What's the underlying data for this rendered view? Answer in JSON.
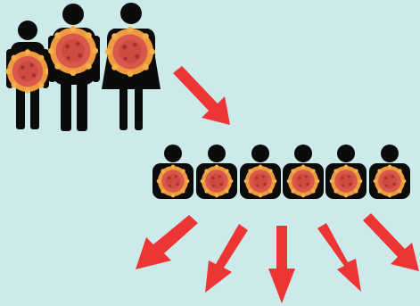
{
  "diagram": {
    "background": "#cdeaea",
    "figure_color": "#0b0b0b",
    "arrow_color": "#ee3536",
    "virus_color": "#d9584c",
    "virus_spike_color": "#f2a23f",
    "top_group": {
      "figures": [
        {
          "icon": "man-figure-icon",
          "infected": true
        },
        {
          "icon": "man-figure-icon",
          "infected": true
        },
        {
          "icon": "woman-figure-icon",
          "infected": true
        }
      ]
    },
    "middle_row": {
      "count": 6,
      "icon": "person-bust-icon",
      "infected": true
    },
    "arrows": {
      "to_middle": 1,
      "outgoing": 5
    }
  }
}
